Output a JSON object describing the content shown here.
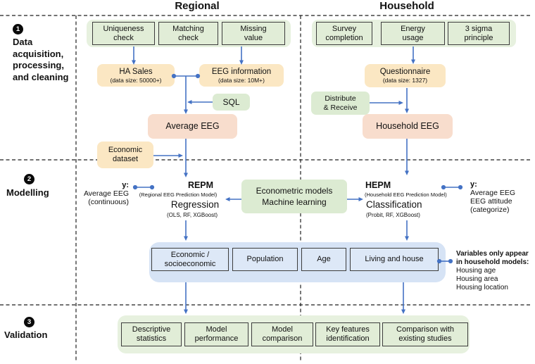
{
  "headers": {
    "regional": "Regional",
    "household": "Household"
  },
  "sections": [
    {
      "num": "1",
      "label": "Data\nacquisition,\nprocessing,\nand cleaning"
    },
    {
      "num": "2",
      "label": "Modelling"
    },
    {
      "num": "3",
      "label": "Validation"
    }
  ],
  "regional": {
    "checks": [
      "Uniqueness\ncheck",
      "Matching\ncheck",
      "Missing\nvalue"
    ],
    "ha_sales": {
      "title": "HA Sales",
      "sub": "(data size: 50000+)"
    },
    "eeg_information": {
      "title": "EEG information",
      "sub": "(data size: 10M+)"
    },
    "sql": "SQL",
    "average_eeg": "Average EEG",
    "economic_dataset": "Economic\ndataset",
    "y_annotation": {
      "label": "y:",
      "lines": "Average EEG\n(continuous)"
    },
    "repm": {
      "name": "REPM",
      "full_name": "(Regional EEG Prediction Model)",
      "method": "Regression",
      "algorithms": "(OLS, RF, XGBoost)"
    }
  },
  "household": {
    "checks": [
      "Survey\ncompletion",
      "Energy\nusage",
      "3 sigma\nprinciple"
    ],
    "questionnaire": {
      "title": "Questionnaire",
      "sub": "(data size: 1327)"
    },
    "distribute": "Distribute\n& Receive",
    "household_eeg": "Household EEG",
    "hepm": {
      "name": "HEPM",
      "full_name": "(Household EEG Prediction Model)",
      "method": "Classification",
      "algorithms": "(Probit, RF, XGBoost)"
    },
    "y_annotation": {
      "label": "y:",
      "lines": "Average EEG\nEEG attitude\n(categorize)"
    }
  },
  "modelling": {
    "center_box": "Econometric models\nMachine learning",
    "variables": [
      "Economic /\nsocioeconomic",
      "Population",
      "Age",
      "Living and house"
    ],
    "note": {
      "heading": "Variables only appear\nin household models:",
      "items": "Housing age\nHousing area\nHousing location"
    }
  },
  "validation": {
    "boxes": [
      "Descriptive\nstatistics",
      "Model\nperformance",
      "Model\ncomparison",
      "Key features\nidentification",
      "Comparison with\nexisting studies"
    ]
  },
  "colors": {
    "arrow_blue": "#4472c4",
    "green_fill": "#e1edd7",
    "green_panel": "#e7f1df",
    "yellow_fill": "#fbe7c3",
    "salmon_fill": "#f8ddcd",
    "blue_panel": "#d6e3f5",
    "blue_fill": "#dde8f7",
    "dashed_line": "#1f1f1f"
  }
}
